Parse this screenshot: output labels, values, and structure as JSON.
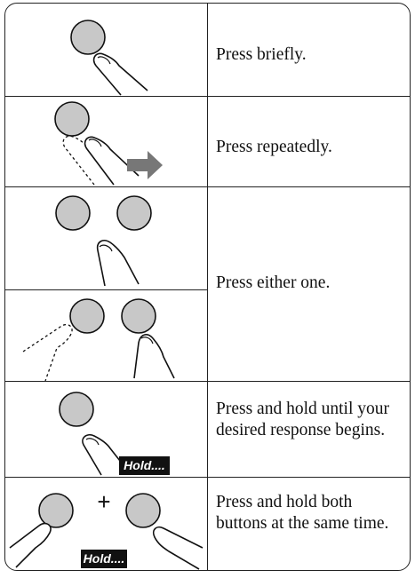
{
  "rows": [
    {
      "text": "Press briefly.",
      "hold_label": ""
    },
    {
      "text": "Press repeatedly.",
      "hold_label": ""
    },
    {
      "text": "Press either one.",
      "hold_label": ""
    },
    {
      "text": "Press and hold until your desired response begins.",
      "hold_label": "Hold...."
    },
    {
      "text": "Press and hold both buttons at the same time.",
      "hold_label": "Hold....",
      "plus_sign": "+"
    }
  ],
  "colors": {
    "button_fill": "#c8c8c8",
    "line": "#111111",
    "arrow": "#777777",
    "hold_bg": "#111111",
    "hold_text": "#ffffff"
  }
}
